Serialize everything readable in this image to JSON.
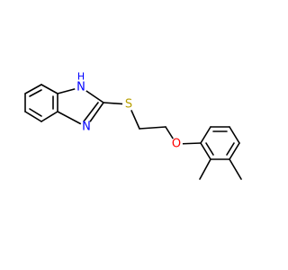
{
  "molecule": {
    "atoms": {
      "n1": {
        "symbol": "N",
        "hydrogen": "H",
        "color": "#0000ff"
      },
      "n3": {
        "symbol": "N",
        "color": "#0000ff"
      },
      "s": {
        "symbol": "S",
        "color": "#b8a000"
      },
      "o": {
        "symbol": "O",
        "color": "#ff0000"
      }
    },
    "bond_color": "#000000"
  }
}
